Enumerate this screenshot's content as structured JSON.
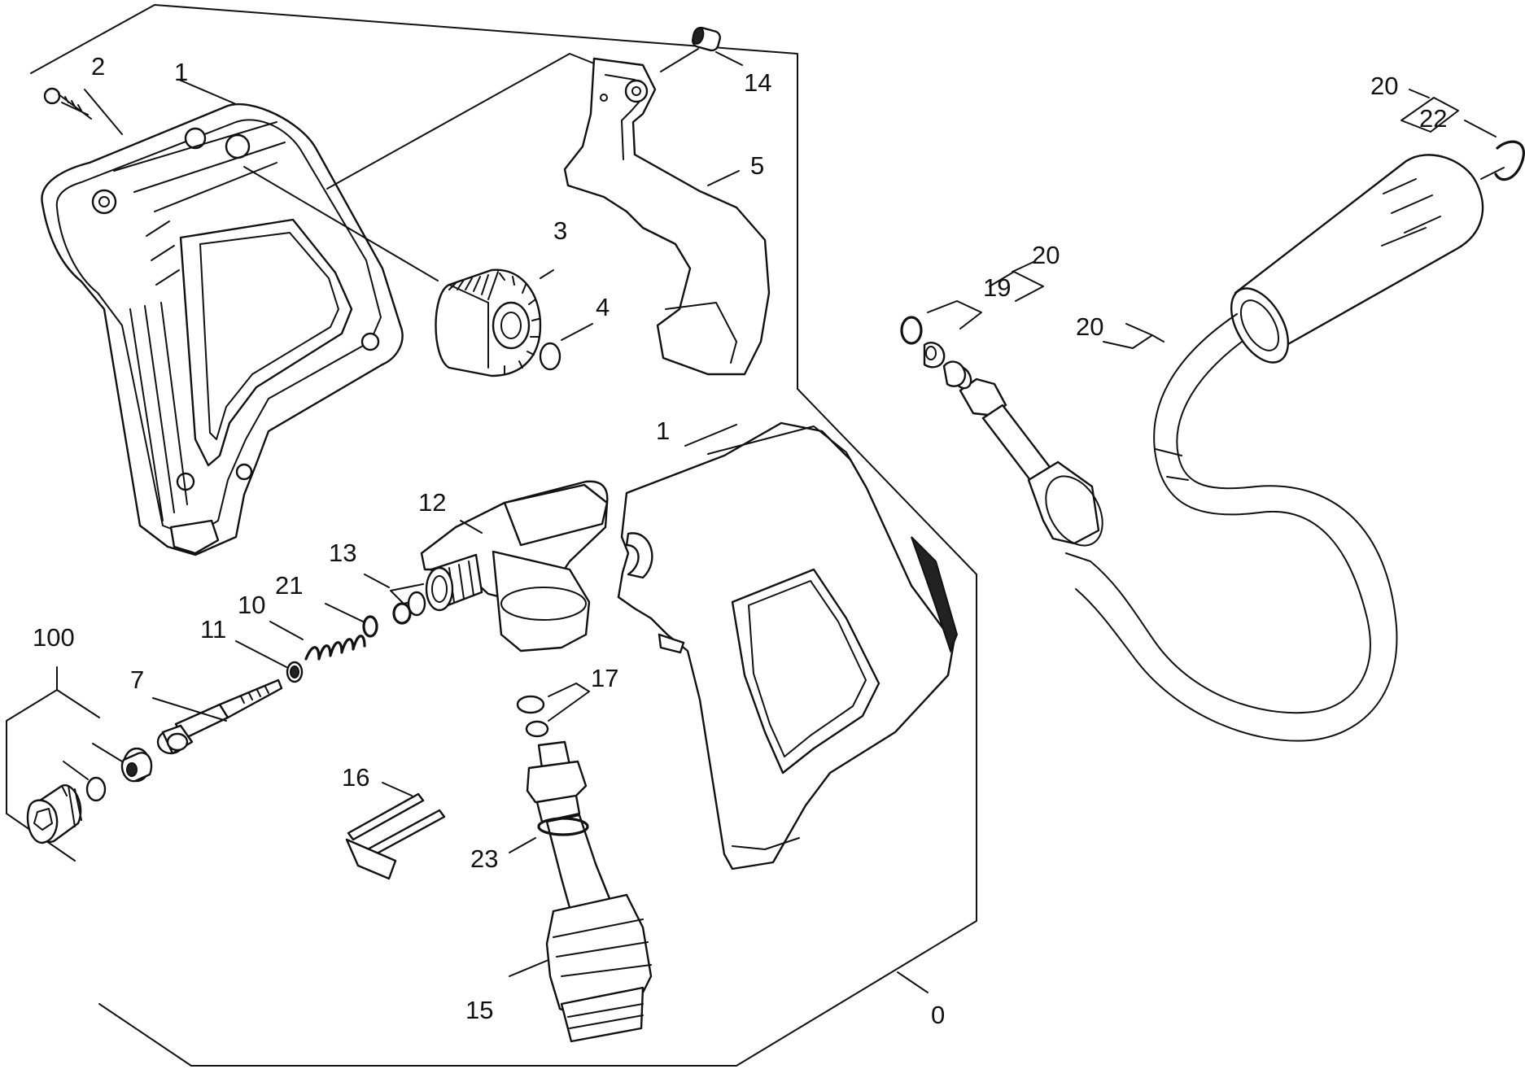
{
  "labels": {
    "l0": "0",
    "l1a": "1",
    "l1b": "1",
    "l2": "2",
    "l3": "3",
    "l4": "4",
    "l5": "5",
    "l7": "7",
    "l10": "10",
    "l11": "11",
    "l12": "12",
    "l13": "13",
    "l14": "14",
    "l15": "15",
    "l16": "16",
    "l17": "17",
    "l19": "19",
    "l20a": "20",
    "l20b": "20",
    "l20c": "20",
    "l21": "21",
    "l22": "22",
    "l23": "23",
    "l100": "100"
  },
  "colors": {
    "line": "#111111",
    "background": "#ffffff",
    "shade": "#d8d8d8"
  }
}
